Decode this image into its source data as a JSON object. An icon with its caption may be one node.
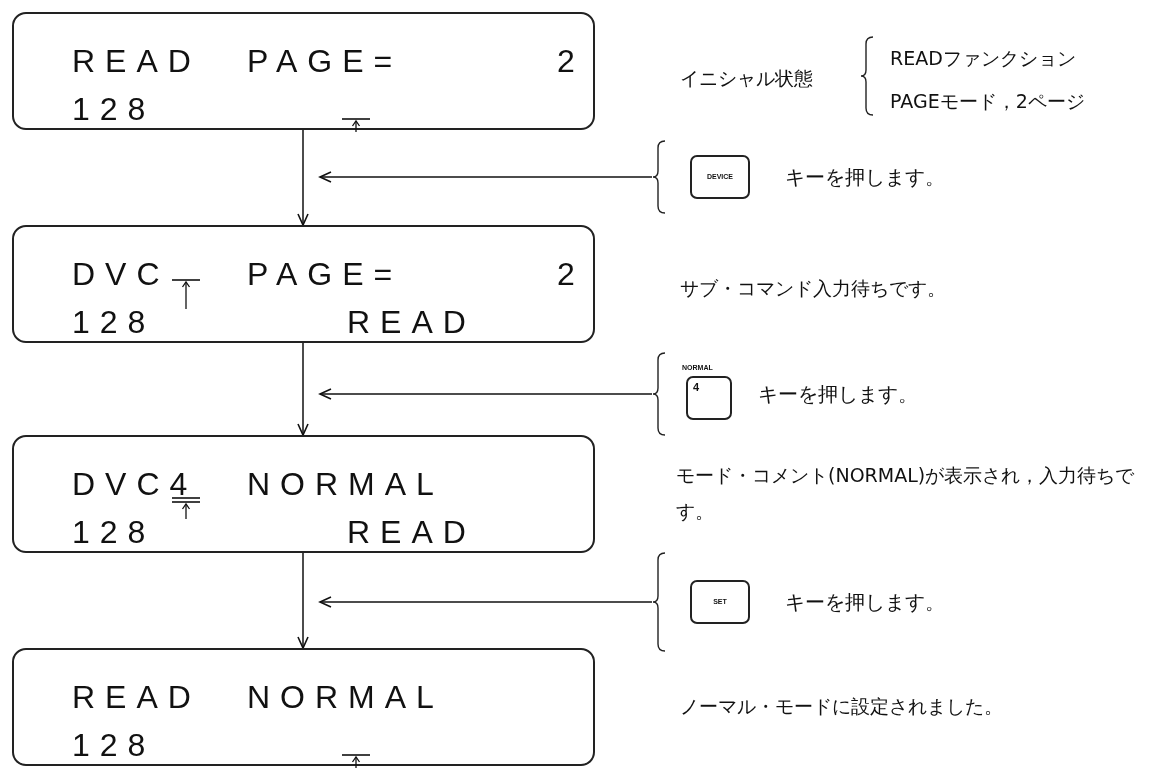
{
  "diagram": {
    "nodes": [
      {
        "text": [
          "READ",
          "PAGE=",
          "2",
          "128"
        ]
      },
      {
        "text": [
          "DEVICE",
          "キーを押します。"
        ]
      },
      {
        "text": [
          "DVC",
          "PAGE=",
          "2",
          "128",
          "READ"
        ]
      },
      {
        "text": [
          "NORMAL",
          "4",
          "キーを押します。"
        ]
      },
      {
        "text": [
          "DVC4",
          "NORMAL",
          "128",
          "READ"
        ]
      },
      {
        "text": [
          "SET",
          "キーを押します。"
        ]
      },
      {
        "text": [
          "READ",
          "NORMAL",
          "128"
        ]
      }
    ],
    "edges": [
      {
        "from": 0,
        "to": 2,
        "arrow": "to"
      },
      {
        "from": 1,
        "to": null,
        "arrow": "to"
      },
      {
        "from": 2,
        "to": 4,
        "arrow": "to"
      },
      {
        "from": 3,
        "to": null,
        "arrow": "to"
      },
      {
        "from": 4,
        "to": 6,
        "arrow": "to"
      },
      {
        "from": 5,
        "to": null,
        "arrow": "to"
      }
    ],
    "labels": [
      "イニシャル状態",
      "READファンクション",
      "PAGEモード，2ページ",
      "サブ・コマンド入力待ちです。",
      "モード・コメント(NORMAL)が表示され，入力待ちです。",
      "ノーマル・モードに設定されました。"
    ]
  }
}
